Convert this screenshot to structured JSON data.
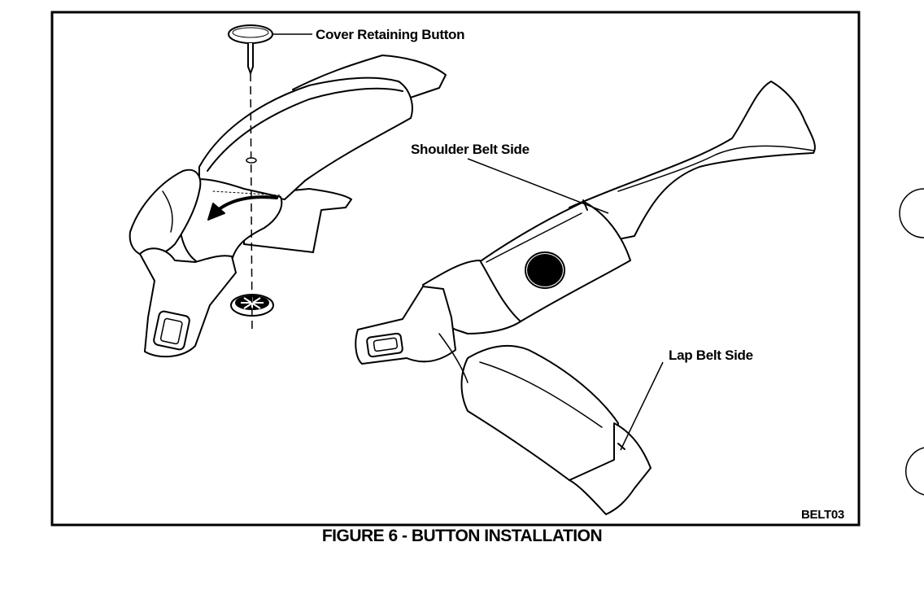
{
  "figure": {
    "caption": "FIGURE 6 - BUTTON INSTALLATION",
    "code": "BELT03",
    "labels": {
      "cover_retaining_button": "Cover Retaining Button",
      "shoulder_belt_side": "Shoulder Belt Side",
      "lap_belt_side": "Lap Belt Side"
    }
  }
}
